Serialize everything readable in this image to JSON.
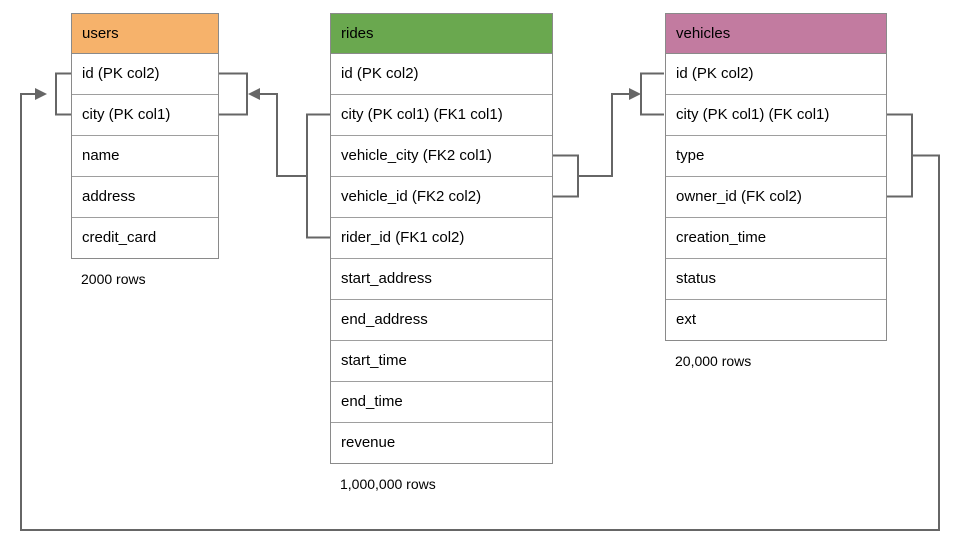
{
  "diagram": {
    "tables": [
      {
        "name": "users",
        "header_color": "#F6B26B",
        "columns": [
          "id (PK col2)",
          "city (PK col1)",
          "name",
          "address",
          "credit_card"
        ],
        "row_count": "2000 rows"
      },
      {
        "name": "rides",
        "header_color": "#6AA84F",
        "columns": [
          "id (PK col2)",
          "city (PK col1) (FK1 col1)",
          "vehicle_city (FK2 col1)",
          "vehicle_id (FK2 col2)",
          "rider_id (FK1 col2)",
          "start_address",
          "end_address",
          "start_time",
          "end_time",
          "revenue"
        ],
        "row_count": "1,000,000 rows"
      },
      {
        "name": "vehicles",
        "header_color": "#C27BA0",
        "columns": [
          "id (PK col2)",
          "city (PK col1) (FK col1)",
          "type",
          "owner_id (FK col2)",
          "creation_time",
          "status",
          "ext"
        ],
        "row_count": "20,000 rows"
      }
    ],
    "colors": {
      "users_header": "#F6B26B",
      "rides_header": "#6AA84F",
      "vehicles_header": "#C27BA0",
      "connector_line": "#666666",
      "table_border": "#8A8A8A",
      "background": "#FFFFFF"
    }
  }
}
